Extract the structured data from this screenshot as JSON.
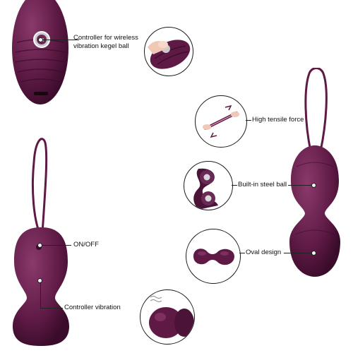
{
  "callouts": {
    "controller_wireless": "Controller for wireless vibration kegel ball",
    "high_tensile": "High tensile force",
    "steel_ball": "Built-in steel ball",
    "on_off": "ON/OFF",
    "oval_design": "Oval design",
    "controller_vibration": "Controller vibration"
  },
  "colors": {
    "product_purple": "#5e1a45",
    "product_purple_dark": "#3f0d2e",
    "product_purple_light": "#8a3a6b",
    "skin": "#efc9b6"
  }
}
